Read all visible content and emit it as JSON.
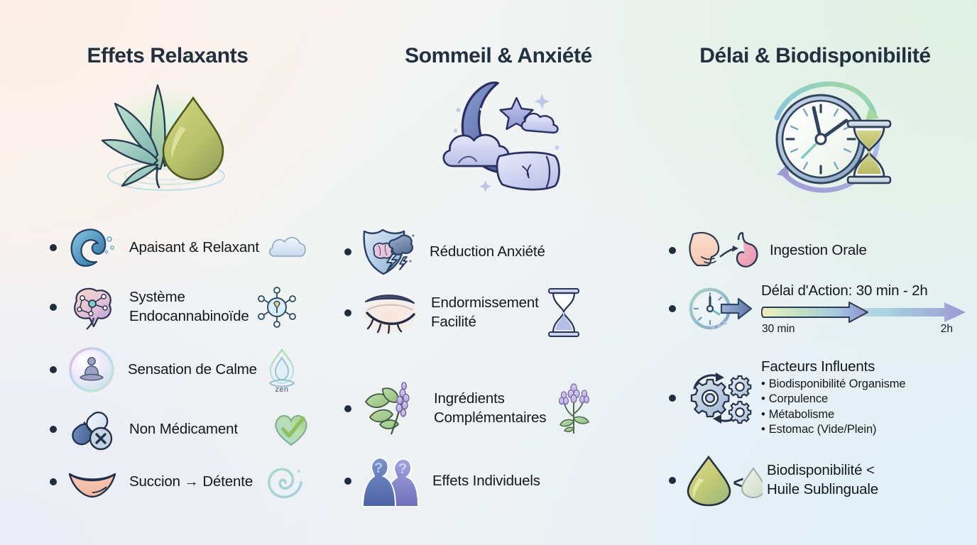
{
  "poster": {
    "background_colors": {
      "top_left": "#fdf0e9",
      "top_right": "#dff0e3",
      "bottom_left": "#eaecf6",
      "bottom_right": "#e0eff8",
      "base": "#f1f3f4"
    },
    "title_color": "#22303f",
    "text_color": "#13181d",
    "bullet_color": "#1f2d3d"
  },
  "columns": [
    {
      "title": "Effets Relaxants",
      "hero_icon": "cannabis-leaf-oil-drop-icon",
      "items": [
        {
          "icon": "ocean-wave-icon",
          "label": "Apaisant & Relaxant",
          "trail_icon": "cloud-icon"
        },
        {
          "icon": "brain-network-icon",
          "label": "Système\nEndocannabinoïde",
          "trail_icon": "receptor-molecule-icon"
        },
        {
          "icon": "meditation-bubble-icon",
          "label": "Sensation de Calme",
          "trail_icon": "zen-flame-drop-icon",
          "trail_caption": "zen"
        },
        {
          "icon": "pill-crossed-icon",
          "label": "Non Médicament",
          "trail_icon": "heart-check-icon"
        },
        {
          "icon": "lips-smile-icon",
          "label": "Succion → Détente",
          "trail_icon": "spiral-icon"
        }
      ]
    },
    {
      "title": "Sommeil & Anxiété",
      "hero_icon": "moon-cloud-pillow-icon",
      "items": [
        {
          "icon": "shield-brain-storm-icon",
          "label": "Réduction Anxiété",
          "trail_icon": ""
        },
        {
          "icon": "closed-eye-icon",
          "label": "Endormissement\nFacilité",
          "trail_icon": "hourglass-icon"
        },
        {
          "icon": "mint-lavender-icon",
          "label": "Ingrédients\nComplémentaires",
          "trail_icon": "lavender-sprig-icon"
        },
        {
          "icon": "two-people-question-icon",
          "label": "Effets Individuels",
          "trail_icon": ""
        }
      ]
    },
    {
      "title": "Délai & Biodisponibilité",
      "hero_icon": "clock-hourglass-arrows-icon",
      "items": [
        {
          "type": "simple",
          "icon": "head-stomach-icon",
          "label": "Ingestion Orale"
        },
        {
          "type": "timeline",
          "icon": "clock-arrow-icon",
          "label": "Délai d'Action: 30 min - 2h",
          "timeline": {
            "start": "30 min",
            "end": "2h"
          }
        },
        {
          "type": "factors",
          "icon": "gears-cycle-icon",
          "label": "Facteurs Influents",
          "factors": [
            "Biodisponibilité Organisme",
            "Corpulence",
            "Métabolisme",
            "Estomac (Vide/Plein)"
          ]
        },
        {
          "type": "simple",
          "icon": "two-drops-compare-icon",
          "label": "Biodisponibilité <\nHuile Sublinguale"
        }
      ]
    }
  ]
}
